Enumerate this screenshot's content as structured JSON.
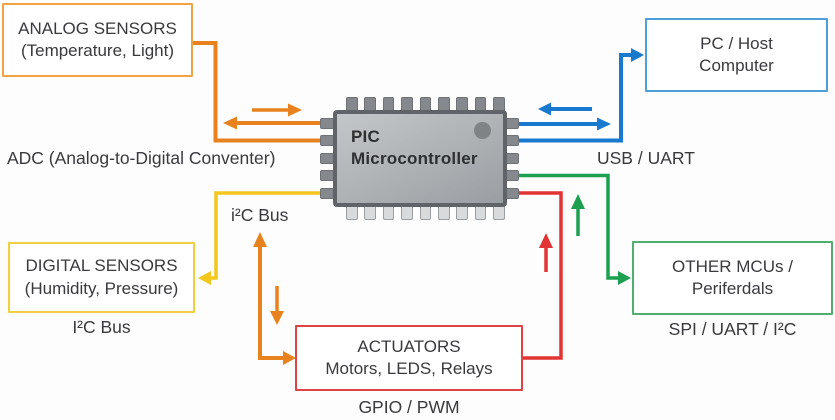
{
  "title": "PIC Microcontroller connection diagram",
  "colors": {
    "wire_orange": "#E8821E",
    "wire_yellow": "#F3C71B",
    "wire_blue": "#1879CE",
    "wire_green": "#1CA04F",
    "wire_red": "#E23434",
    "border_orange": "#F2A444",
    "border_yellow": "#F2CF3E",
    "border_blue": "#4D9EDB",
    "border_green": "#4FAE70",
    "border_red": "#E04343",
    "text": "#3A3A3E",
    "chip_border": "#606468",
    "chip_body_light": "#C4C7C9",
    "chip_body_dark": "#9A9EA2",
    "chip_dot": "#7F8386",
    "pin_gray": "#85898D",
    "pin_light": "#D9DADB"
  },
  "nodes": {
    "analog": {
      "line1": "ANALOG SENSORS",
      "line2": "(Temperature, Light)"
    },
    "pc": {
      "line1": "PC / Host",
      "line2": "Computer"
    },
    "digital": {
      "line1": "DIGITAL SENSORS",
      "line2": "(Humidity, Pressure)"
    },
    "other": {
      "line1": "OTHER MCUs /",
      "line2": "Periferdals"
    },
    "actuators": {
      "line1": "ACTUATORS",
      "line2": "Motors, LEDS, Relays"
    },
    "chip": {
      "line1": "PIC",
      "line2": "Microcontroller"
    }
  },
  "labels": {
    "adc": "ADC (Analog-to-Digital Conventer)",
    "i2c_bus_chip": "i²C Bus",
    "i2c_bus_digital": "I²C Bus",
    "usb_uart": "USB / UART",
    "spi_uart_i2c": "SPI / UART / I²C",
    "gpio_pwm": "GPIO / PWM"
  }
}
